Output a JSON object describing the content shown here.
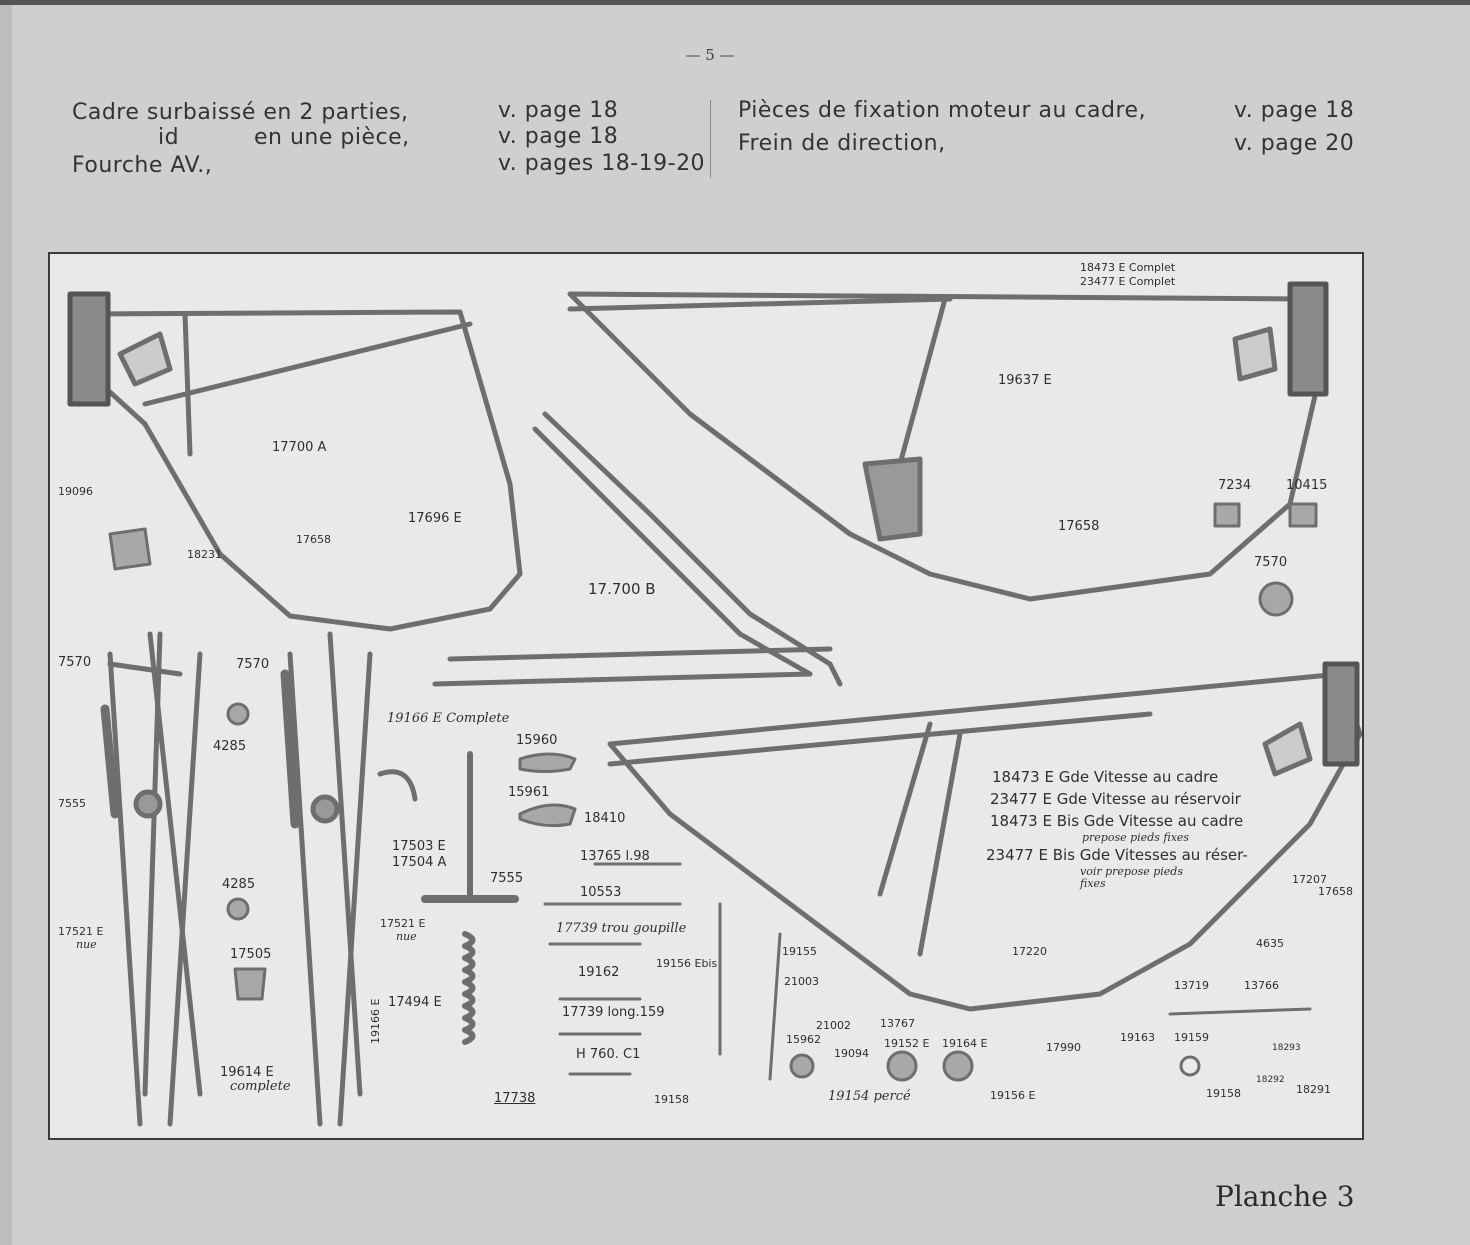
{
  "page_number": "— 5 —",
  "index_left": [
    {
      "label": "Cadre surbaissé en 2 parties,",
      "ref": "v. page 18"
    },
    {
      "label": "id          en une pièce,",
      "ref": "v. page 18"
    },
    {
      "label": "Fourche AV.,",
      "ref": "v. pages 18-19-20"
    }
  ],
  "index_right": [
    {
      "label": "Pièces de fixation moteur au cadre,",
      "ref": "v. page 18"
    },
    {
      "label": "Frein de direction,",
      "ref": "v. page 20"
    }
  ],
  "plate_labels": {
    "l18473c": "18473 E Complet",
    "l23477c": "23477 E Complet",
    "l19637": "19637 E",
    "l17700a": "17700 A",
    "l19096": "19096",
    "l18231": "18231",
    "l17658a": "17658",
    "l17696": "17696 E",
    "l17700b": "17.700 B",
    "l17658b": "17658",
    "l7234": "7234",
    "l10415": "10415",
    "l7570a": "7570",
    "l7570b": "7570",
    "l7570c": "7570",
    "l4285a": "4285",
    "l19166": "19166 E Complete",
    "l15960": "15960",
    "l15961": "15961",
    "l18410": "18410",
    "l13765": "13765 l.98",
    "l10553": "10553",
    "l17503": "17503 E",
    "l17504": "17504 A",
    "l7555a": "7555",
    "l7555b": "7555",
    "l4285b": "4285",
    "l17521a": "17521 E",
    "l17521a_n": "nue",
    "l17521b": "17521 E",
    "l17521b_n": "nue",
    "l17505": "17505",
    "l17739a": "17739 trou goupille",
    "l19162": "19162",
    "l19156bis": "19156 Ebis",
    "l17739b": "17739 long.159",
    "lh760": "H 760. C1",
    "l17494": "17494 E",
    "l19166v": "19166 E",
    "l17738": "17738",
    "l19614": "19614 E",
    "l19614c": "complete",
    "l19158a": "19158",
    "l19155": "19155",
    "l21003": "21003",
    "l21002": "21002",
    "l13767": "13767",
    "l15962": "15962",
    "l19094": "19094",
    "l19154": "19154 percé",
    "l19152": "19152 E",
    "l19164": "19164 E",
    "l19156e": "19156 E",
    "l17990": "17990",
    "l17220": "17220",
    "l19163": "19163",
    "l19159": "19159",
    "l19158b": "19158",
    "l18293": "18293",
    "l18292": "18292",
    "l18291": "18291",
    "l13719": "13719",
    "l13766": "13766",
    "l4635": "4635",
    "l17207": "17207",
    "l17658c": "17658",
    "t1": "18473 E Gde Vitesse au cadre",
    "t2": "23477 E Gde Vitesse au réservoir",
    "t3": "18473 E Bis Gde Vitesse au cadre",
    "t3b": "prepose pieds fixes",
    "t4": "23477 E Bis Gde Vitesses au réser-",
    "t4b": "voir prepose pieds",
    "t4c": "fixes"
  },
  "plate_title": "Planche 3"
}
